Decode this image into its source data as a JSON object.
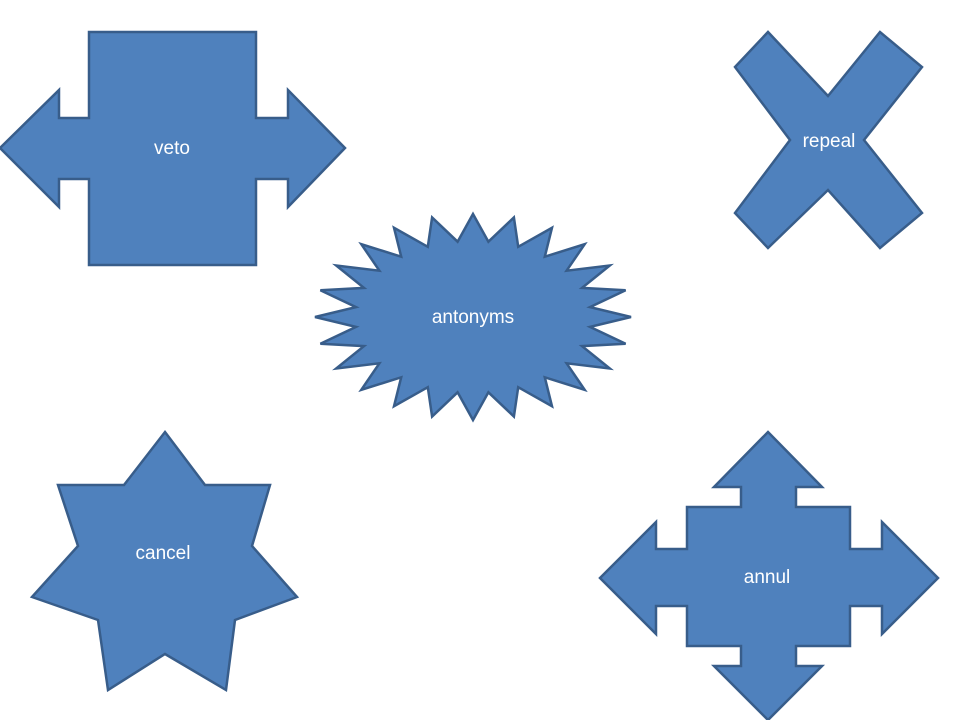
{
  "colors": {
    "shape_fill": "#4f81bd",
    "shape_stroke": "#385d8a",
    "label_text": "#ffffff",
    "background": "#ffffff"
  },
  "shapes": [
    {
      "id": "veto",
      "type": "left-right-arrow-callout",
      "label": "veto"
    },
    {
      "id": "repeal",
      "type": "x-cross",
      "label": "repeal"
    },
    {
      "id": "antonyms",
      "type": "24-point-star",
      "label": "antonyms"
    },
    {
      "id": "cancel",
      "type": "6-point-star",
      "label": "cancel"
    },
    {
      "id": "annul",
      "type": "quad-arrow-callout",
      "label": "annul"
    }
  ]
}
